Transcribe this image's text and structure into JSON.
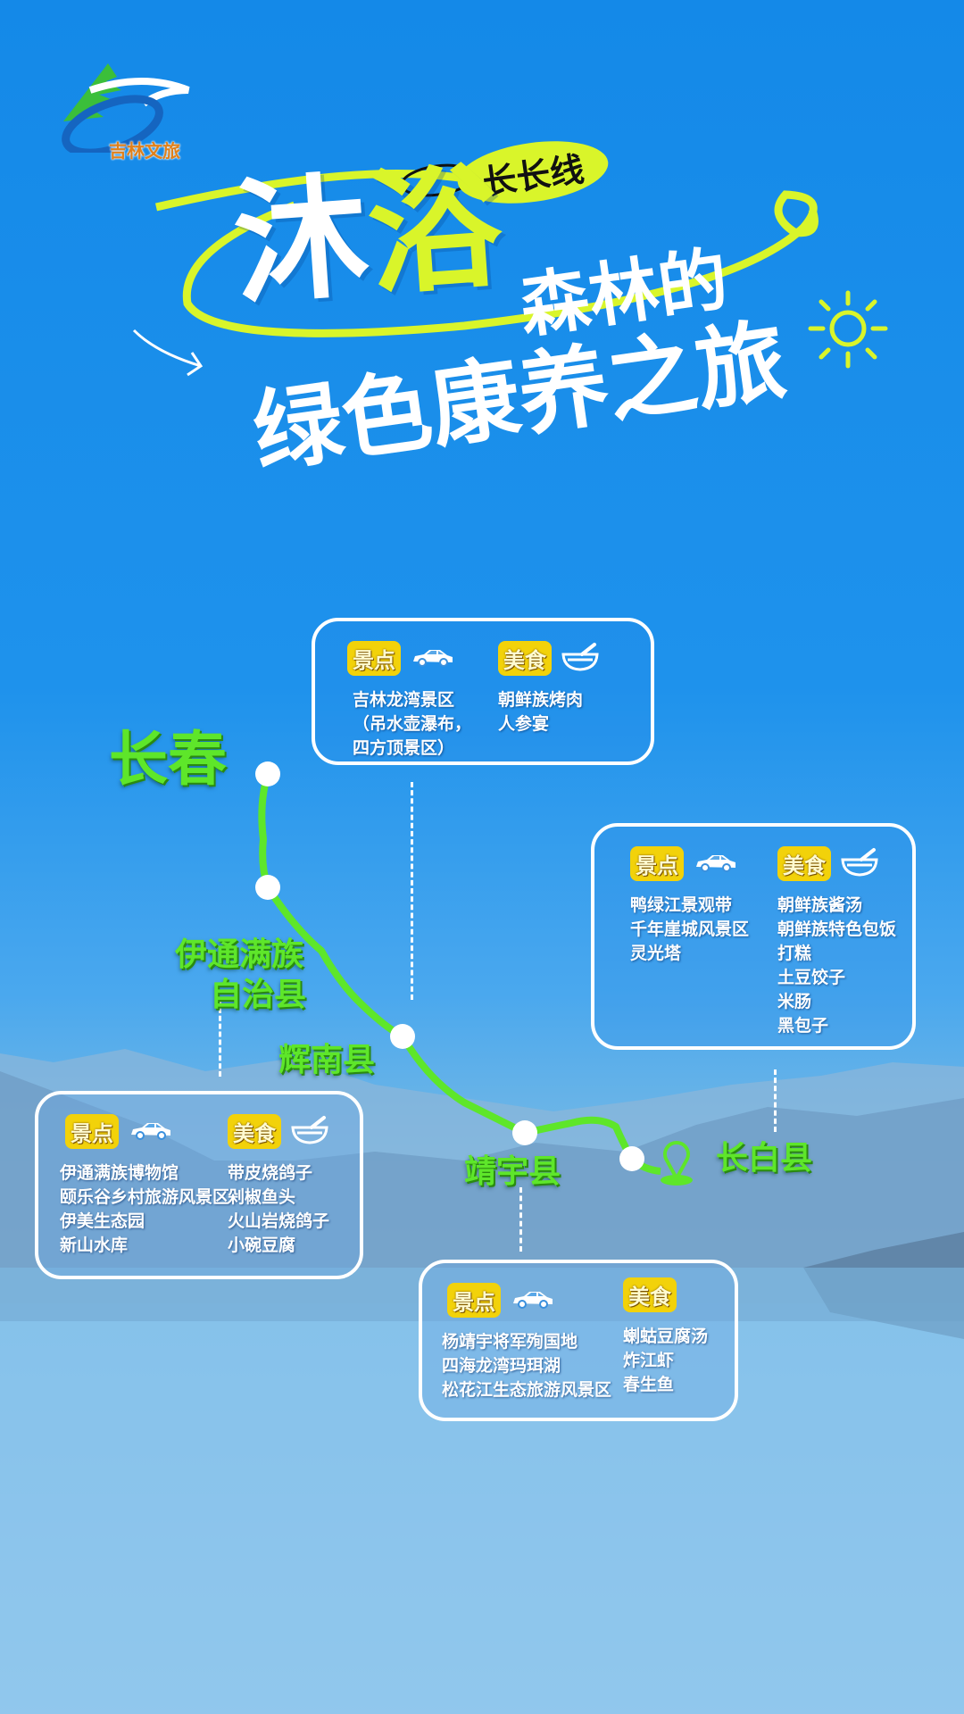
{
  "logo": {
    "text": "吉林文旅"
  },
  "title": {
    "tag": "长长线",
    "line1_white": "沐",
    "line1_green": "浴",
    "line1_rest": "森林的",
    "line2": "绿色康养之旅"
  },
  "labels": {
    "spots": "景点",
    "food": "美食"
  },
  "cities": {
    "changchun": "长春",
    "yitong_1": "伊通满族",
    "yitong_2": "自治县",
    "huinan": "辉南县",
    "jingyu": "靖宇县",
    "changbai": "长白县"
  },
  "boxes": {
    "changchun": {
      "spots": [
        "吉林龙湾景区",
        "（吊水壶瀑布，",
        "四方顶景区）"
      ],
      "food": [
        "朝鲜族烤肉",
        "人参宴"
      ]
    },
    "changbai": {
      "spots": [
        "鸭绿江景观带",
        "千年崖城风景区",
        "灵光塔"
      ],
      "food": [
        "朝鲜族酱汤",
        "朝鲜族特色包饭",
        "打糕",
        "土豆饺子",
        "米肠",
        "黑包子"
      ]
    },
    "yitong": {
      "spots": [
        "伊通满族博物馆",
        "颐乐谷乡村旅游风景区",
        "伊美生态园",
        "新山水库"
      ],
      "food": [
        "带皮烧鸽子",
        "剁椒鱼头",
        "火山岩烧鸽子",
        "小碗豆腐"
      ]
    },
    "jingyu": {
      "spots": [
        "杨靖宇将军殉国地",
        "四海龙湾玛珥湖",
        "松花江生态旅游风景区"
      ],
      "food": [
        "蝲蛄豆腐汤",
        "炸江虾",
        "春生鱼"
      ]
    }
  },
  "colors": {
    "accent_green": "#d9f52a",
    "route_green": "#5ee62a",
    "badge_yellow": "#f2d20a"
  }
}
